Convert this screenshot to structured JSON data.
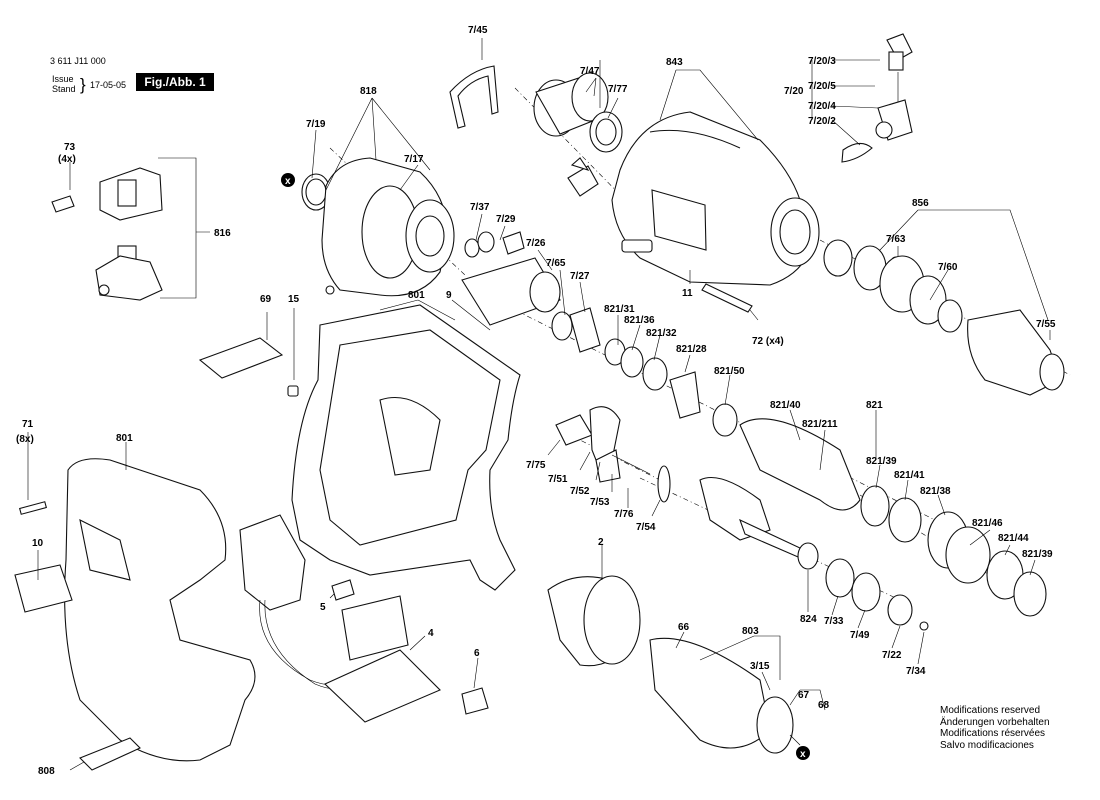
{
  "header": {
    "doc_number": "3 611 J11 000",
    "issue_label": "Issue",
    "stand_label": "Stand",
    "date": "17-05-05",
    "fig_label": "Fig./Abb. 1"
  },
  "modifications": [
    "Modifications reserved",
    "Änderungen vorbehalten",
    "Modifications réservées",
    "Salvo modificaciones"
  ],
  "labels": {
    "p7_45": "7/45",
    "p843": "843",
    "p7_47": "7/47",
    "p7_77": "7/77",
    "p7_20_3": "7/20/3",
    "p7_20_5": "7/20/5",
    "p7_20": "7/20",
    "p7_20_4": "7/20/4",
    "p7_20_2": "7/20/2",
    "p818": "818",
    "p7_19": "7/19",
    "p7_17": "7/17",
    "p73": "73",
    "p73_qty": "(4x)",
    "p816": "816",
    "p7_37": "7/37",
    "p7_29": "7/29",
    "p7_26": "7/26",
    "p7_65": "7/65",
    "p7_27": "7/27",
    "p856": "856",
    "p7_63": "7/63",
    "p7_60": "7/60",
    "p7_55": "7/55",
    "p11": "11",
    "p72": "72 (x4)",
    "p69": "69",
    "p15": "15",
    "p801a": "801",
    "p9": "9",
    "p821_31": "821/31",
    "p821_36": "821/36",
    "p821_32": "821/32",
    "p821_28": "821/28",
    "p821_50": "821/50",
    "p821_40": "821/40",
    "p821": "821",
    "p821_211": "821/211",
    "p821_39a": "821/39",
    "p821_41": "821/41",
    "p821_38": "821/38",
    "p821_46": "821/46",
    "p821_44": "821/44",
    "p821_39b": "821/39",
    "p71": "71",
    "p71_qty": "(8x)",
    "p801b": "801",
    "p10": "10",
    "p808": "808",
    "p7_75": "7/75",
    "p7_51": "7/51",
    "p7_52": "7/52",
    "p7_53": "7/53",
    "p7_76": "7/76",
    "p7_54": "7/54",
    "p5": "5",
    "p4": "4",
    "p6": "6",
    "p2": "2",
    "p66": "66",
    "p803": "803",
    "p3_15": "3/15",
    "p67": "67",
    "p68": "68",
    "p824": "824",
    "p7_33": "7/33",
    "p7_49": "7/49",
    "p7_22": "7/22",
    "p7_34": "7/34",
    "xa": "x",
    "xb": "x"
  }
}
